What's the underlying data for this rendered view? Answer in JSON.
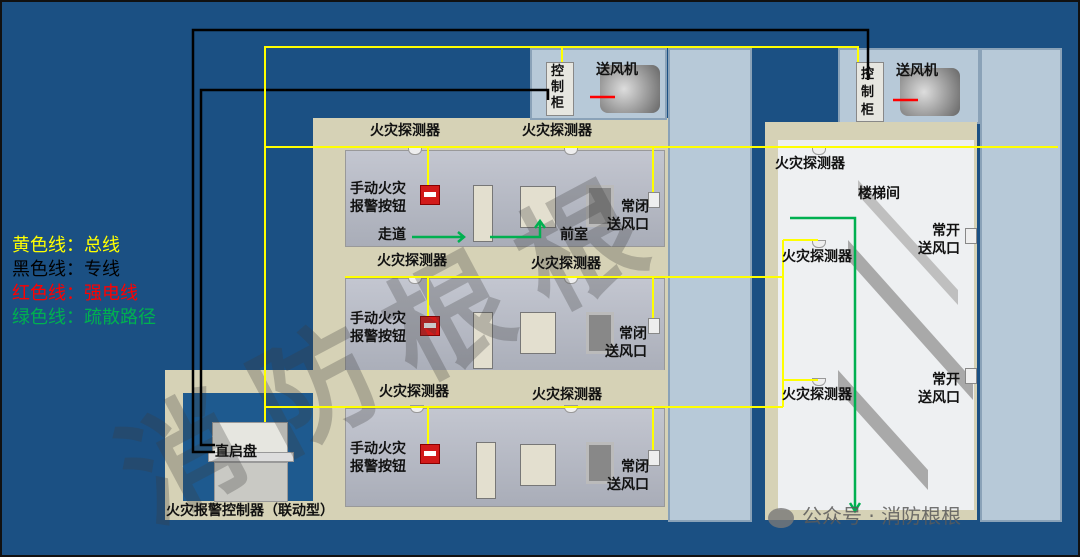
{
  "legend": [
    {
      "key": "黄色线：",
      "value": "总线",
      "color": "#ffff00"
    },
    {
      "key": "黑色线：",
      "value": "专线",
      "color": "#000000"
    },
    {
      "key": "红色线：",
      "value": "强电线",
      "color": "#ff0000"
    },
    {
      "key": "绿色线：",
      "value": "疏散路径",
      "color": "#00b050"
    }
  ],
  "labels": {
    "control_cabinet": "控\n制\n柜",
    "control_cabinet_chars": [
      "控",
      "制",
      "柜"
    ],
    "supply_fan": "送风机",
    "fire_detector": "火灾探测器",
    "manual_alarm_1": "手动火灾",
    "manual_alarm_2": "报警按钮",
    "corridor": "走道",
    "front_room": "前室",
    "nc_vent_1": "常闭",
    "nc_vent_2": "送风口",
    "no_vent_1": "常开",
    "no_vent_2": "送风口",
    "stairwell": "楼梯间",
    "direct_panel": "直启盘",
    "controller": "火灾报警控制器（联动型）"
  },
  "watermark": "消防根根",
  "footer": {
    "icon": "wechat-icon",
    "text": "公众号 · 消防根根"
  },
  "colors": {
    "bus": "#ffff00",
    "dedicated": "#000000",
    "power": "#ff0000",
    "evac": "#00b050",
    "background": "#1b5083"
  }
}
